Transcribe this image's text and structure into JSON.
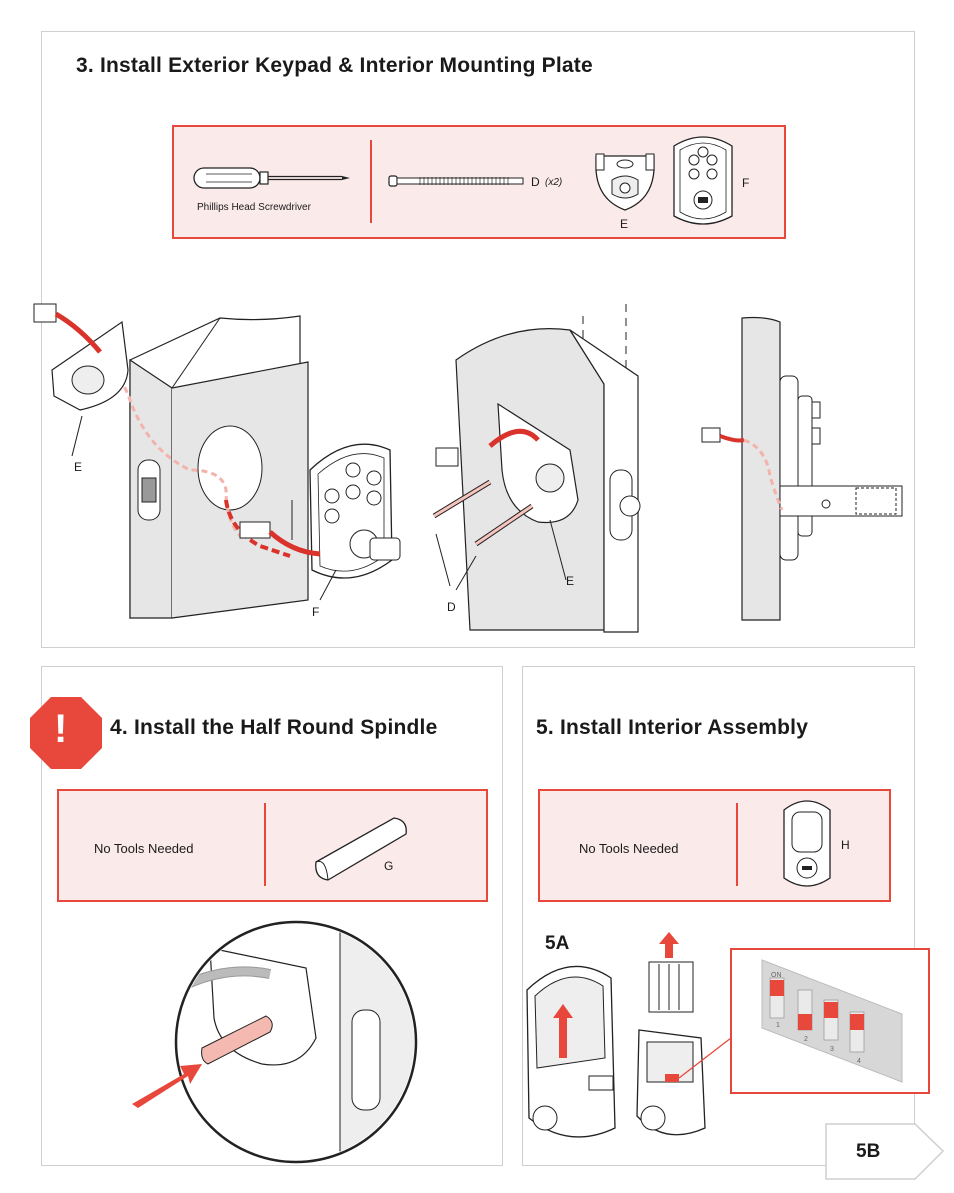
{
  "step3": {
    "title": "3. Install Exterior Keypad & Interior Mounting Plate",
    "tools": {
      "screwdriver_label": "Phillips Head Screwdriver",
      "screw_part": "D",
      "screw_qty": "(x2)",
      "plate_part": "E",
      "keypad_part": "F"
    },
    "callouts": {
      "e_left": "E",
      "f": "F",
      "d": "D",
      "e_mid": "E"
    }
  },
  "step4": {
    "title": "4. Install the Half Round Spindle",
    "warning_symbol": "!",
    "no_tools": "No Tools Needed",
    "part": "G"
  },
  "step5": {
    "title": "5. Install Interior Assembly",
    "no_tools": "No Tools Needed",
    "part": "H",
    "substep_a": "5A",
    "next_substep": "5B",
    "dip_on": "ON",
    "dip_numbers": [
      "1",
      "2",
      "3",
      "4"
    ]
  },
  "colors": {
    "accent": "#e8473c",
    "box_fill": "#fbeaea",
    "wire_red": "#d9332b"
  }
}
